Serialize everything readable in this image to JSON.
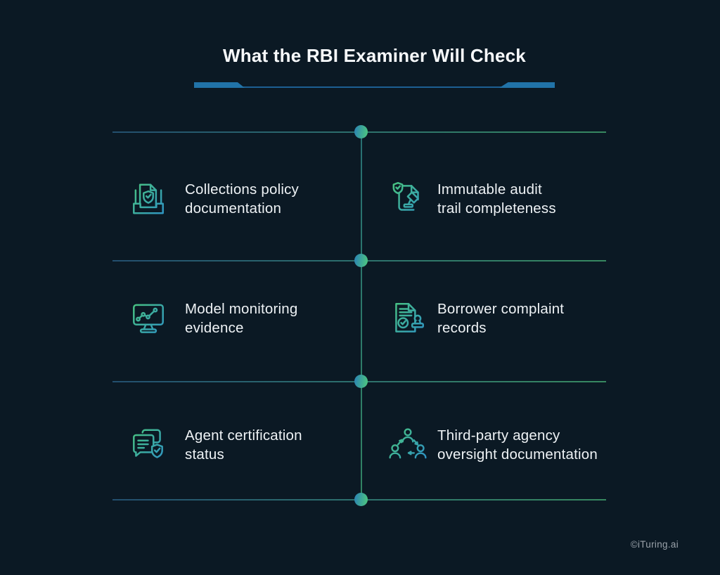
{
  "title": "What the RBI Examiner Will Check",
  "items": [
    {
      "icon": "policy-document-tray-icon",
      "line1": "Collections policy",
      "line2": "documentation"
    },
    {
      "icon": "audit-document-gavel-icon",
      "line1": "Immutable audit",
      "line2": "trail completeness"
    },
    {
      "icon": "monitor-line-chart-icon",
      "line1": "Model monitoring",
      "line2": "evidence"
    },
    {
      "icon": "complaint-record-stamp-icon",
      "line1": "Borrower complaint",
      "line2": "records"
    },
    {
      "icon": "chat-shield-check-icon",
      "line1": "Agent certification",
      "line2": "status"
    },
    {
      "icon": "team-network-arrows-icon",
      "line1": "Third-party agency",
      "line2": "oversight documentation"
    }
  ],
  "footer": {
    "credit": "©iTuring.ai"
  },
  "colors": {
    "background": "#0b1924",
    "title_text": "#f7f9fb",
    "body_text": "#eef2f5",
    "underline_blue": "#2173a8",
    "accent_green": "#49c47d",
    "accent_blue": "#2e93c6",
    "connector_teal": "#33807a",
    "credit_text": "#9aa2aa"
  }
}
